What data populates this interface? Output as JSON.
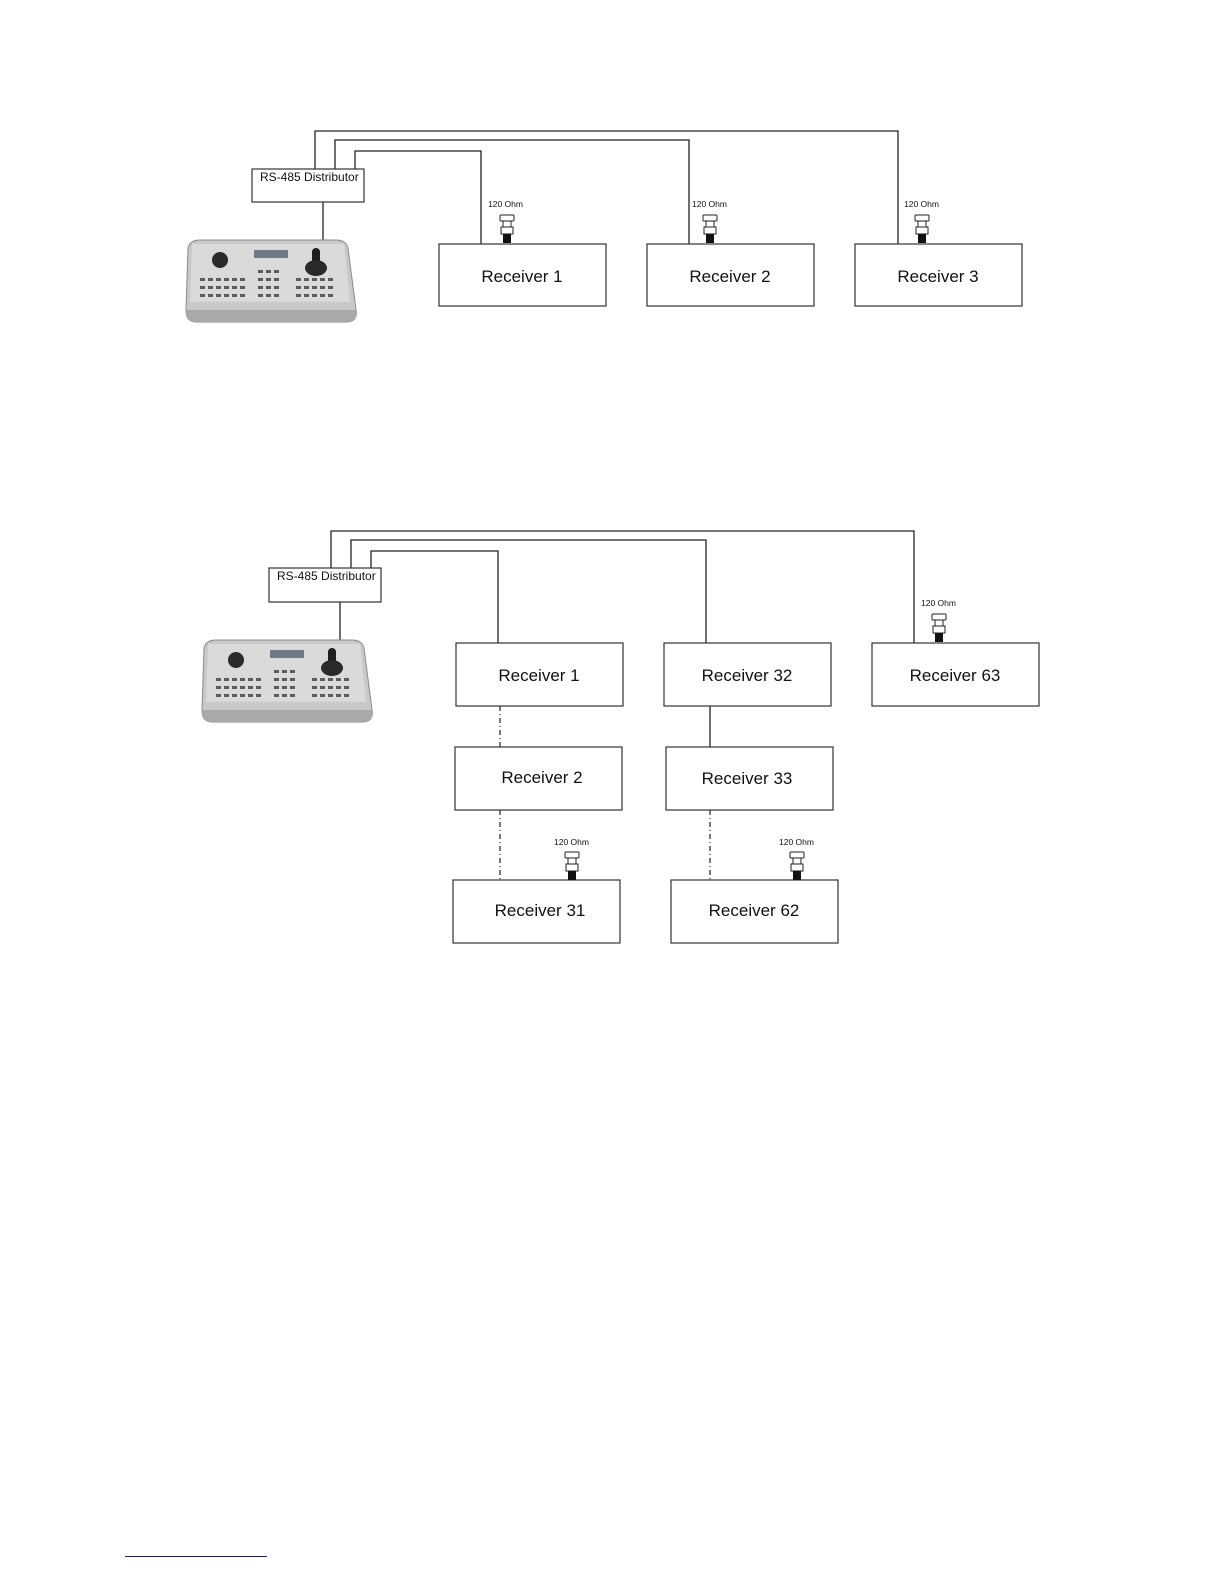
{
  "diagram_top": {
    "distributor_label": "RS-485 Distributor",
    "receivers": [
      "Receiver 1",
      "Receiver 2",
      "Receiver 3"
    ],
    "terminator_labels": [
      "120 Ohm",
      "120 Ohm",
      "120 Ohm"
    ]
  },
  "diagram_bottom": {
    "distributor_label": "RS-485 Distributor",
    "receivers": [
      "Receiver 1",
      "Receiver 32",
      "Receiver 63",
      "Receiver 2",
      "Receiver 33",
      "Receiver 31",
      "Receiver 62"
    ],
    "terminator_labels": [
      "120 Ohm",
      "120 Ohm",
      "120 Ohm"
    ]
  }
}
